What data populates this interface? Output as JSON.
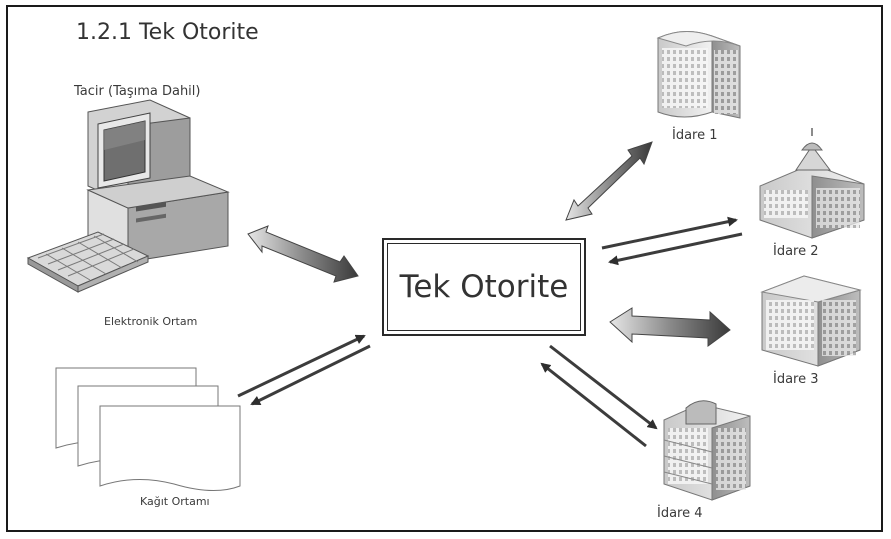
{
  "title": "1.2.1 Tek Otorite",
  "center": {
    "label": "Tek Otorite"
  },
  "left_nodes": {
    "computer_caption": "Tacir (Taşıma Dahil)",
    "electronic_label": "Elektronik Ortam",
    "paper_label": "Kağıt Ortamı"
  },
  "right_nodes": [
    {
      "label": "İdare 1",
      "icon": "office-tower-icon"
    },
    {
      "label": "İdare 2",
      "icon": "domed-building-icon"
    },
    {
      "label": "İdare 3",
      "icon": "office-block-icon"
    },
    {
      "label": "İdare 4",
      "icon": "modern-building-icon"
    }
  ],
  "colors": {
    "frame": "#1a1a1a",
    "arrow_dark": "#3c3c3c",
    "arrow_light": "#d8d8d8",
    "text": "#3a3a3a"
  }
}
